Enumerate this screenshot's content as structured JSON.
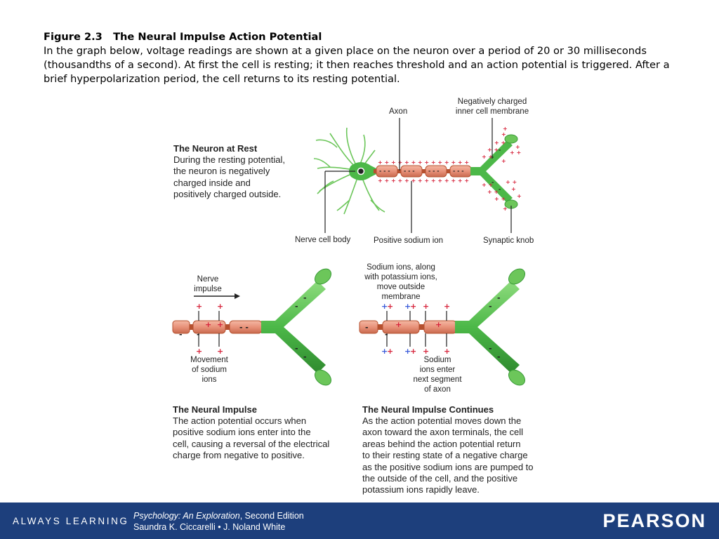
{
  "header": {
    "figure_title": "Figure 2.3   The Neural Impulse Action Potential",
    "description": "In the graph below, voltage readings are shown at a given place on the neuron over a period of 20 or 30 milliseconds (thousandths of a second). At first the cell is resting; it then reaches threshold and an action potential is triggered. After a brief hyperpolarization period, the cell returns to its resting potential."
  },
  "top_diagram": {
    "axon_label": "Axon",
    "membrane_label_line1": "Negatively charged",
    "membrane_label_line2": "inner cell membrane",
    "cell_body_label": "Nerve cell body",
    "sodium_ion_label": "Positive sodium ion",
    "synaptic_knob_label": "Synaptic knob",
    "panel_title": "The Neuron at Rest",
    "panel_text": [
      "During the resting potential,",
      "the neuron is negatively",
      "charged inside and",
      "positively charged outside."
    ]
  },
  "left_diagram": {
    "nerve_label_line1": "Nerve",
    "nerve_label_line2": "impulse",
    "movement_label": [
      "Movement",
      "of sodium",
      "ions"
    ],
    "panel_title": "The Neural Impulse",
    "panel_text": [
      "The action potential occurs when",
      "positive sodium ions enter into the",
      "cell, causing a reversal of the electrical",
      "charge from negative to positive."
    ]
  },
  "right_diagram": {
    "top_label": [
      "Sodium ions, along",
      "with potassium ions,",
      "move outside",
      "membrane"
    ],
    "bottom_label": [
      "Sodium",
      "ions enter",
      "next segment",
      "of axon"
    ],
    "panel_title": "The Neural Impulse Continues",
    "panel_text": [
      "As the action potential moves down the",
      "axon toward the axon terminals, the cell",
      "areas behind the action potential return",
      "to their resting state of a negative charge",
      "as the positive sodium ions are pumped to",
      "the outside of the cell, and the positive",
      "potassium ions rapidly leave."
    ]
  },
  "footer": {
    "tagline": "ALWAYS LEARNING",
    "book_title": "Psychology: An Exploration",
    "edition": ", Second Edition",
    "authors": "Saundra K. Ciccarelli • J. Noland White",
    "publisher": "PEARSON"
  },
  "colors": {
    "axon_fill": "#e8927a",
    "axon_dark": "#b5502f",
    "neuron_green": "#4cb848",
    "positive": "#d7263d",
    "negative": "#1f1f1f",
    "potassium": "#3a5bd9",
    "footer_bg": "#1d3f7c"
  }
}
